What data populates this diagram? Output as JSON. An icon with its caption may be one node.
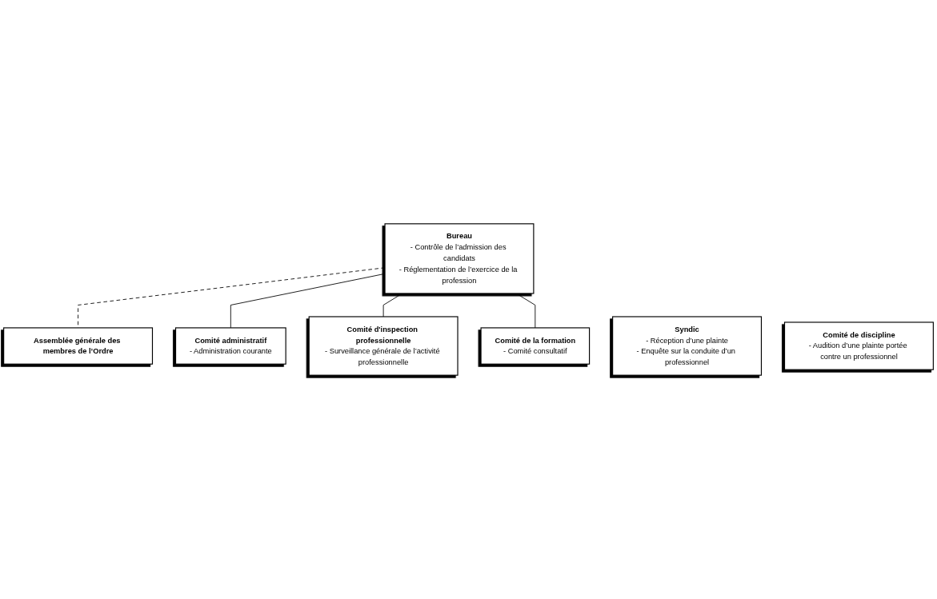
{
  "diagram": {
    "nodes": [
      {
        "text": [
          "Bureau",
          "- Contrôle de l’admission des candidats",
          "- Réglementation de l’exercice de la profession"
        ]
      },
      {
        "text": [
          "Assemblée générale des membres de l’Ordre"
        ]
      },
      {
        "text": [
          "Syndic",
          "- Réception d’une plainte",
          "- Enquête sur la conduite d’un professionnel"
        ]
      },
      {
        "text": [
          "Comité de discipline",
          "- Audition d’une plainte portée contre un professionnel"
        ]
      },
      {
        "text": [
          "Comité administratif",
          "- Administration courante"
        ]
      },
      {
        "text": [
          "Comité d'inspection professionnelle",
          "- Surveillance générale de l’activité professionnelle"
        ]
      },
      {
        "text": [
          "Comité de la formation",
          "- Comité consultatif"
        ]
      }
    ],
    "edges": [
      {
        "from": 0,
        "to": 1,
        "arrow": "none",
        "style": "dashed"
      },
      {
        "from": 0,
        "to": 4,
        "arrow": "none"
      },
      {
        "from": 0,
        "to": 5,
        "arrow": "none"
      },
      {
        "from": 0,
        "to": 6,
        "arrow": "none"
      }
    ]
  }
}
